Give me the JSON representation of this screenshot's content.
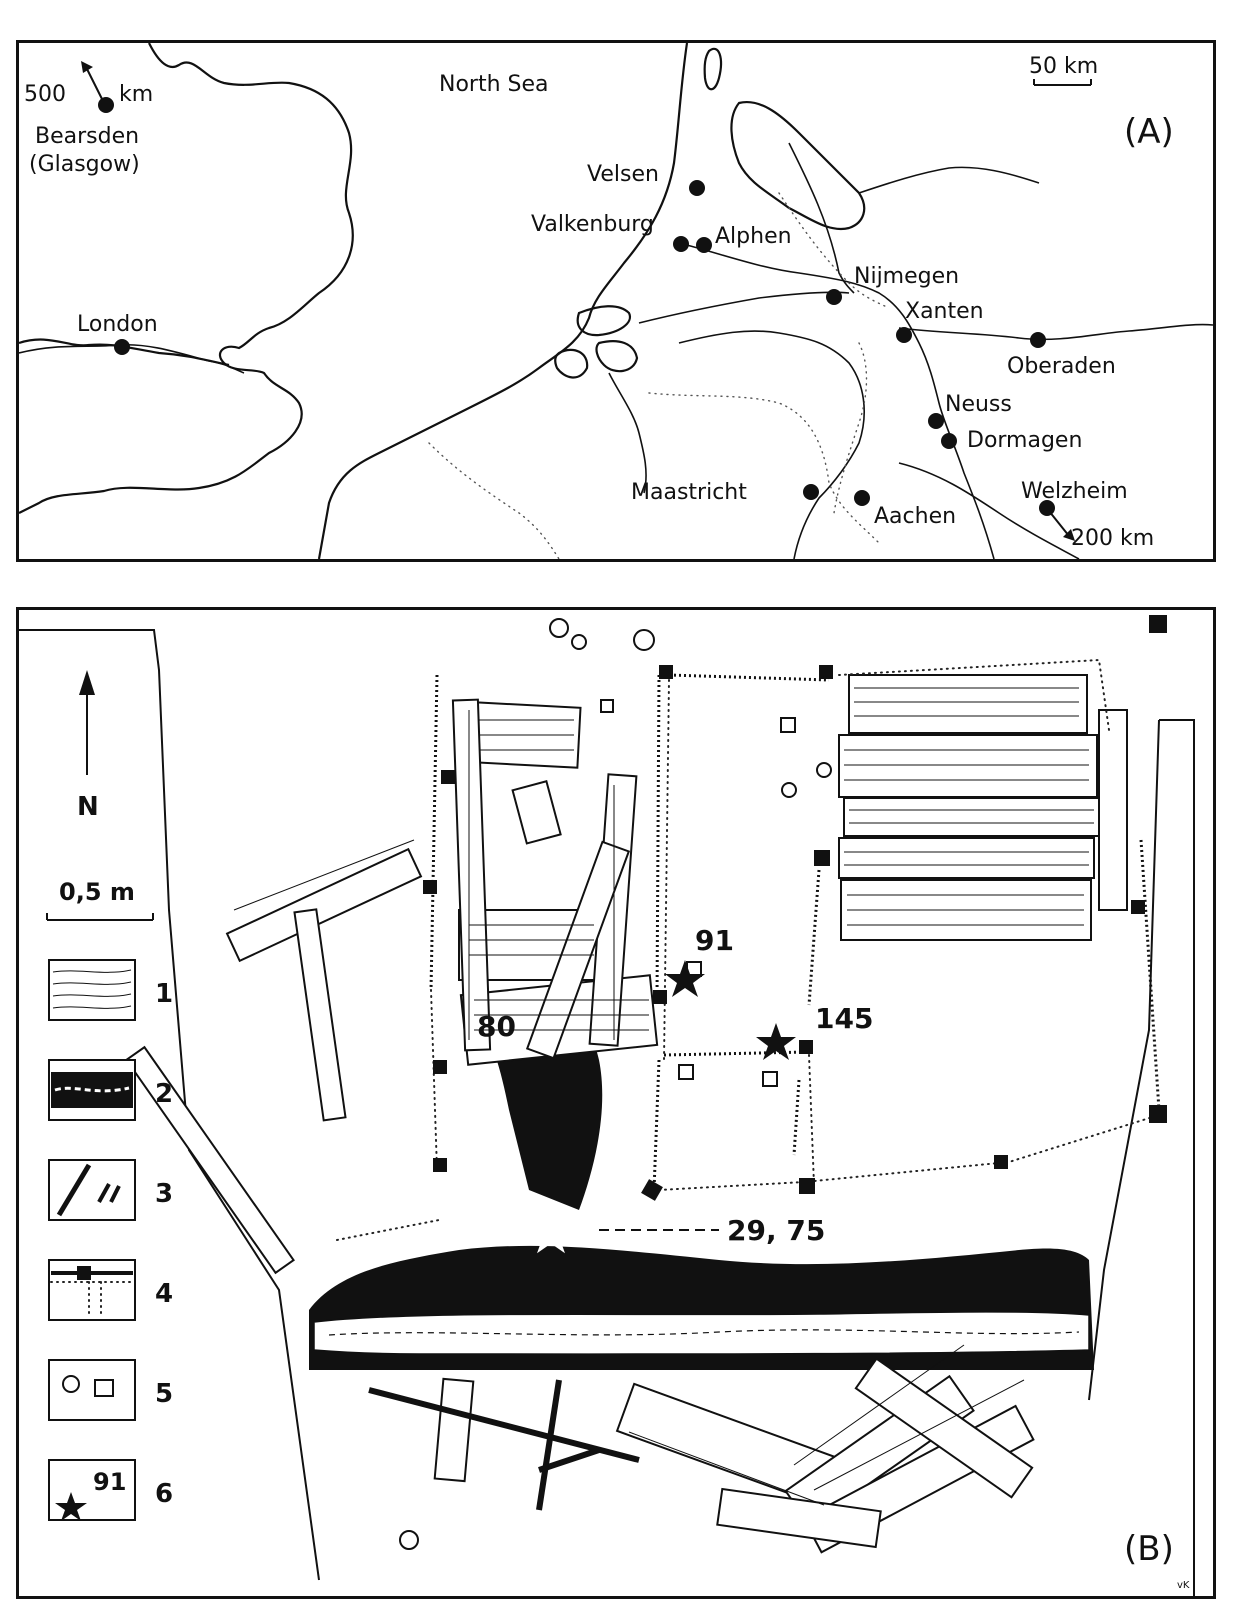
{
  "panel_a": {
    "label": "(A)",
    "scale_label": "50 km",
    "sea_label": "North Sea",
    "offmap_north": {
      "distance": "500",
      "unit": "km"
    },
    "bearsden": {
      "name": "Bearsden",
      "sub": "(Glasgow)"
    },
    "offmap_south": {
      "distance": "200 km"
    },
    "places": {
      "london": "London",
      "velsen": "Velsen",
      "valkenburg": "Valkenburg",
      "alphen": "Alphen",
      "nijmegen": "Nijmegen",
      "xanten": "Xanten",
      "oberaden": "Oberaden",
      "neuss": "Neuss",
      "dormagen": "Dormagen",
      "maastricht": "Maastricht",
      "aachen": "Aachen",
      "welzheim": "Welzheim"
    }
  },
  "panel_b": {
    "label": "(B)",
    "north_label": "N",
    "scale_label": "0,5 m",
    "sample_labels": {
      "s91": "91",
      "s80": "80",
      "s145": "145",
      "s29_75": "29, 75"
    },
    "legend": [
      {
        "num": "1"
      },
      {
        "num": "2"
      },
      {
        "num": "3"
      },
      {
        "num": "4"
      },
      {
        "num": "5"
      },
      {
        "num": "6",
        "sample": "91"
      }
    ],
    "signature": "vK"
  }
}
